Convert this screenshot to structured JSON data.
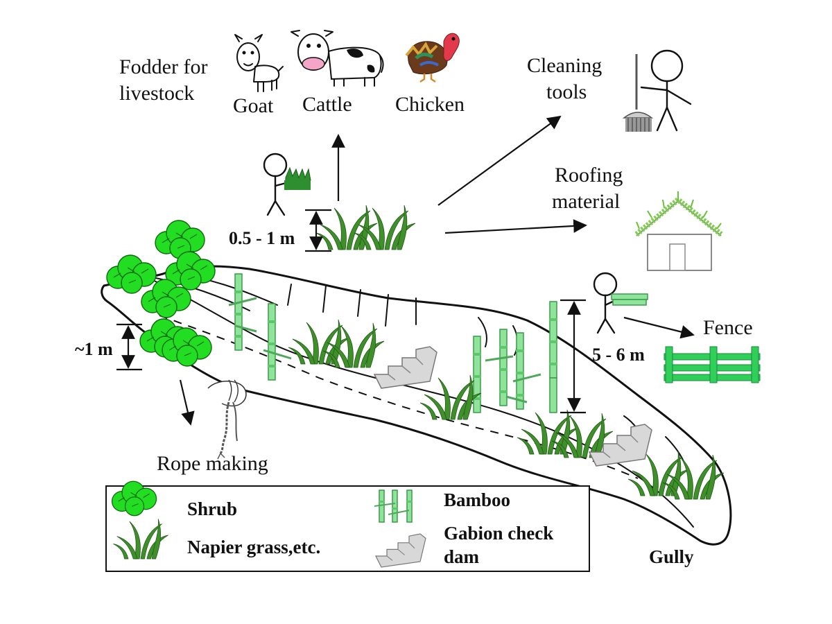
{
  "labels": {
    "fodder": [
      "Fodder for",
      "livestock"
    ],
    "goat": "Goat",
    "cattle": "Cattle",
    "chicken": "Chicken",
    "cleaning": [
      "Cleaning",
      "tools"
    ],
    "roofing": [
      "Roofing",
      "material"
    ],
    "fence": "Fence",
    "rope": "Rope making",
    "gully": "Gully",
    "height_grass": "0.5 - 1 m",
    "height_shrub": "~1 m",
    "height_bamboo": "5 - 6 m"
  },
  "legend": {
    "shrub": "Shrub",
    "napier": "Napier grass,etc.",
    "bamboo": "Bamboo",
    "gabion": [
      "Gabion check",
      "dam"
    ]
  },
  "colors": {
    "shrub": "#22dd22",
    "grass": "#3f8f2a",
    "bamboo": "#8fe39a",
    "fence": "#2fcf5a"
  },
  "icons": [
    "goat-icon",
    "cow-icon",
    "turkey-icon",
    "person-icon",
    "broom-icon",
    "house-icon",
    "fence-icon",
    "rope-icon"
  ]
}
